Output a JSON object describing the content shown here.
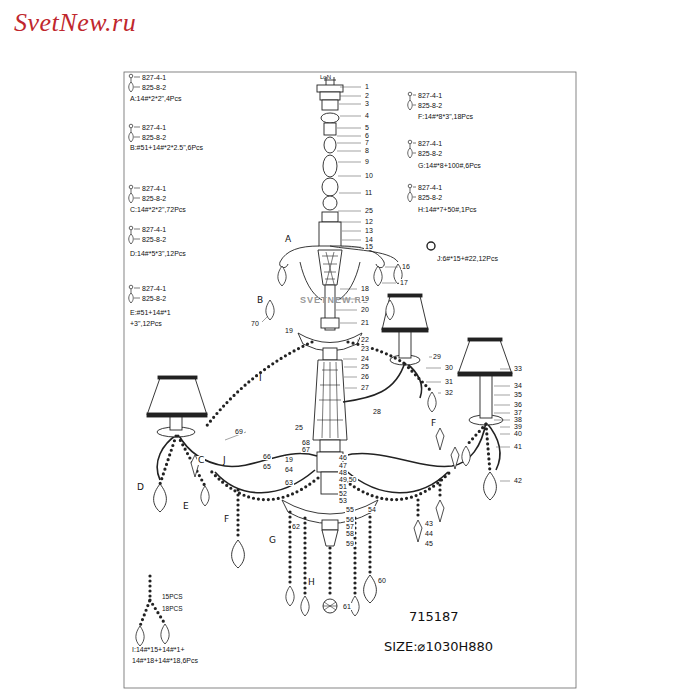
{
  "diagram": {
    "labels": [
      "SvetNew.ru",
      "LoN",
      "827-4-1",
      "825-8-2",
      "A:14#*2*2\",4Pcs",
      "827-4-1",
      "825-8-2",
      "B:#51+14#*2*2.5\",6Pcs",
      "827-4-1",
      "825-8-2",
      "C:14#*2*2\",72Pcs",
      "827-4-1",
      "825-8-2",
      "D:14#*5*3\",12Pcs",
      "827-4-1",
      "825-8-2",
      "E:#51+14#*1 +3\",12Pcs",
      "827-4-1",
      "825-8-2",
      "F:14#*8*3\",18Pcs",
      "827-4-1",
      "825-8-2",
      "G:14#*8+100#,6Pcs",
      "827-4-1",
      "825-8-2",
      "H:14#*7+50#,1Pcs",
      "J:6#*15+#22,12Pcs",
      "SVETNEW.RU",
      "1",
      "2",
      "3",
      "4",
      "5",
      "6",
      "7",
      "8",
      "9",
      "10",
      "11",
      "25",
      "12",
      "13",
      "14",
      "15",
      "16",
      "17",
      "18",
      "19",
      "20",
      "21",
      "22",
      "23",
      "24",
      "25",
      "26",
      "27",
      "28",
      "29",
      "30",
      "31",
      "32",
      "33",
      "34",
      "35",
      "36",
      "37",
      "38",
      "39",
      "40",
      "41",
      "42",
      "19",
      "70",
      "25",
      "68",
      "67",
      "19",
      "64",
      "66",
      "65",
      "46",
      "47",
      "48",
      "49,50",
      "51",
      "52",
      "53",
      "54",
      "55",
      "56",
      "57",
      "58",
      "59",
      "60",
      "61",
      "62",
      "63",
      "69",
      "43",
      "44",
      "45",
      "A",
      "B",
      "I",
      "J",
      "C",
      "D",
      "E",
      "F",
      "F",
      "G",
      "H",
      "15PCS",
      "18PCS",
      "I:14#*15+14#*1+ 14#*18+14#*18,6Pcs",
      "715187",
      "SIZE:⌀1030H880"
    ]
  }
}
